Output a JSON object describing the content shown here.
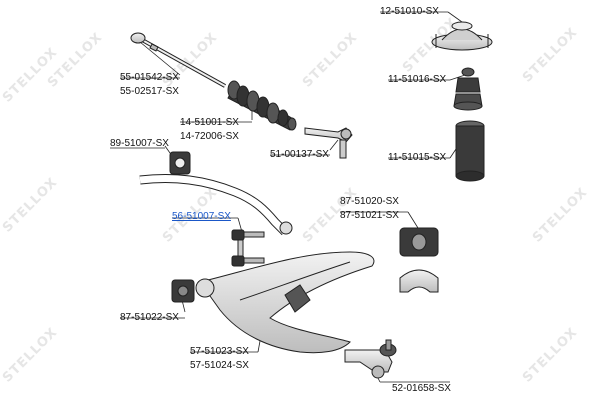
{
  "watermark": "STELLOX",
  "colors": {
    "highlight": "#1a57c8",
    "part_fill": "#d9d9d9",
    "stroke": "#222222"
  },
  "labels": {
    "strut_mount": "12-51010-SX",
    "tie_rod_inner_1": "55-01542-SX",
    "tie_rod_inner_2": "55-02517-SX",
    "bump_stop": "11-51016-SX",
    "boot_1": "14-51001-SX",
    "boot_2": "14-72006-SX",
    "stab_bush": "89-51007-SX",
    "tie_rod_end": "51-00137-SX",
    "dust_cover": "11-51015-SX",
    "sub_bush_1": "87-51020-SX",
    "sub_bush_2": "87-51021-SX",
    "stab_link": "56-51007-SX",
    "arm_bush": "87-51022-SX",
    "control_arm_1": "57-51023-SX",
    "control_arm_2": "57-51024-SX",
    "ball_joint": "52-01658-SX"
  }
}
